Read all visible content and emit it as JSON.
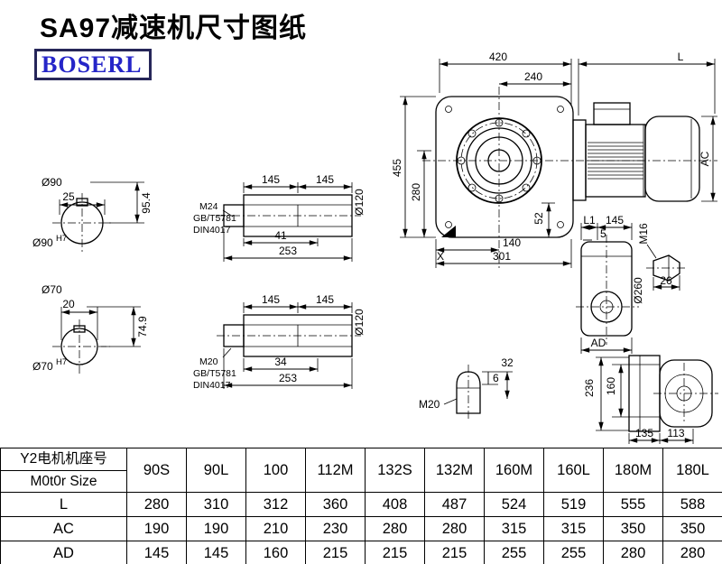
{
  "page": {
    "title": "SA97减速机尺寸图纸",
    "logo": "BOSERL"
  },
  "sections": {
    "circle_a": {
      "dia": "Ø90",
      "w": "25",
      "h": "95.4",
      "bore": "Ø90",
      "bore_tol": "H7"
    },
    "circle_b": {
      "dia": "Ø70",
      "w": "20",
      "h": "74.9",
      "bore": "Ø70",
      "bore_tol": "H7"
    },
    "shaft_a": {
      "seg1": "145",
      "seg2": "145",
      "dia": "Ø120",
      "thread": "M24",
      "std1": "GB/T5781",
      "std2": "DIN4017",
      "d1": "41",
      "total": "253"
    },
    "shaft_b": {
      "seg1": "145",
      "seg2": "145",
      "dia": "Ø120",
      "thread": "M20",
      "std1": "GB/T5781",
      "std2": "DIN4017",
      "d1": "34",
      "total": "253"
    },
    "main": {
      "w420": "420",
      "L": "L",
      "w240": "240",
      "h455": "455",
      "h280": "280",
      "h52": "52",
      "ac": "AC",
      "w140": "140",
      "w301": "301",
      "x": "X"
    },
    "side": {
      "l1": "L1",
      "w145": "145",
      "g5": "5",
      "m16": "M16",
      "d260": "Ø260",
      "w26": "26",
      "ad": "AD"
    },
    "m20detail": {
      "label": "M20",
      "d6": "6",
      "d32": "32"
    },
    "rear": {
      "h236": "236",
      "h160": "160",
      "w135": "135",
      "w113": "113"
    }
  },
  "table": {
    "header_cn": "Y2电机机座号",
    "header_en": "M0t0r Size",
    "columns": [
      "90S",
      "90L",
      "100",
      "112M",
      "132S",
      "132M",
      "160M",
      "160L",
      "180M",
      "180L"
    ],
    "rows": [
      {
        "label": "L",
        "values": [
          "280",
          "310",
          "312",
          "360",
          "408",
          "487",
          "524",
          "519",
          "555",
          "588"
        ]
      },
      {
        "label": "AC",
        "values": [
          "190",
          "190",
          "210",
          "230",
          "280",
          "280",
          "315",
          "315",
          "350",
          "350"
        ]
      },
      {
        "label": "AD",
        "values": [
          "145",
          "145",
          "160",
          "215",
          "215",
          "215",
          "255",
          "255",
          "280",
          "280"
        ]
      }
    ]
  }
}
